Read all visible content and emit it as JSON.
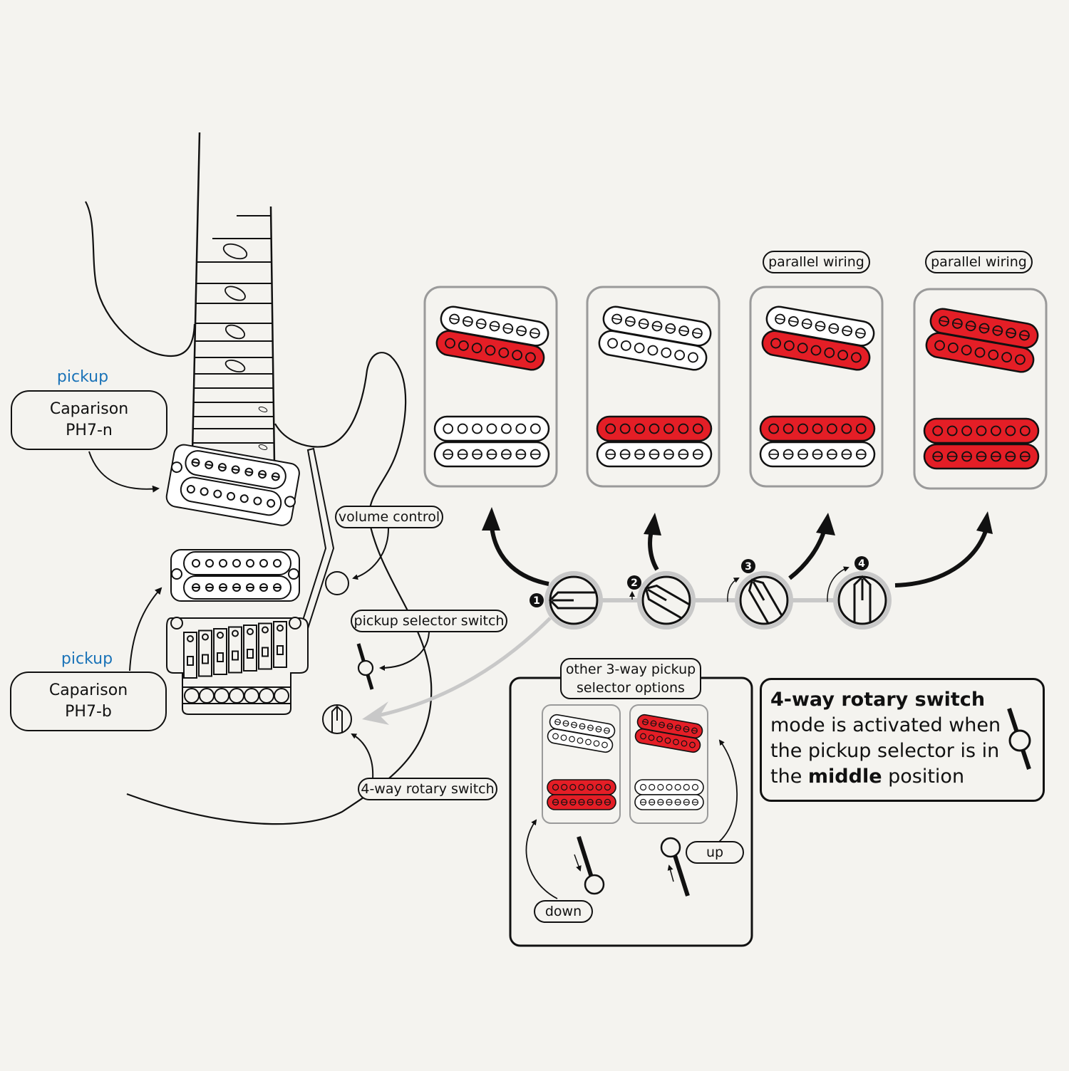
{
  "colors": {
    "background": "#f4f3ef",
    "active_pickup": "#e41e26",
    "inactive_pickup": "#ffffff",
    "label_blue": "#1a73b8",
    "panel_border": "#9a9a9a",
    "connector_gray": "#c8c8c8"
  },
  "pickups": {
    "neck": {
      "heading": "pickup",
      "brand": "Caparison",
      "model": "PH7-n"
    },
    "bridge": {
      "heading": "pickup",
      "brand": "Caparison",
      "model": "PH7-b"
    }
  },
  "controls": {
    "volume": "volume control",
    "selector": "pickup selector switch",
    "rotary": "4-way rotary switch"
  },
  "rotary_positions": [
    {
      "number": "1",
      "note": "",
      "neck_coils": [
        "off",
        "on"
      ],
      "bridge_coils": [
        "off",
        "off"
      ]
    },
    {
      "number": "2",
      "note": "",
      "neck_coils": [
        "off",
        "off"
      ],
      "bridge_coils": [
        "on",
        "off"
      ]
    },
    {
      "number": "3",
      "note": "parallel wiring",
      "neck_coils": [
        "off",
        "on"
      ],
      "bridge_coils": [
        "on",
        "off"
      ]
    },
    {
      "number": "4",
      "note": "parallel wiring",
      "neck_coils": [
        "on",
        "on"
      ],
      "bridge_coils": [
        "on",
        "on"
      ]
    }
  ],
  "other_options": {
    "title_line1": "other 3-way pickup",
    "title_line2": "selector options",
    "down_label": "down",
    "up_label": "up",
    "down_config": {
      "neck": "off",
      "bridge": "on"
    },
    "up_config": {
      "neck": "on",
      "bridge": "off"
    }
  },
  "info_box": {
    "bold_title": "4-way rotary switch",
    "line2": "mode is activated when",
    "line3": "the pickup selector is in",
    "line4_prefix": "the ",
    "line4_bold": "middle",
    "line4_suffix": " position"
  }
}
